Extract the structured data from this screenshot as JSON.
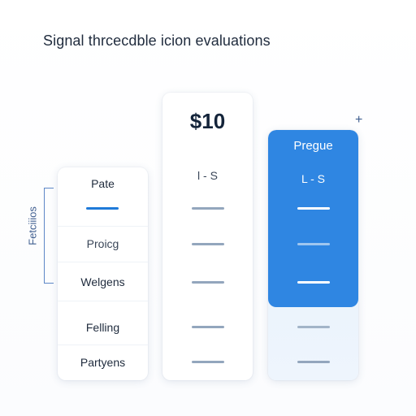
{
  "page": {
    "title": "Signal thrcecdble icion evaluations"
  },
  "sidebar": {
    "vertical_label": "Fetciiios"
  },
  "columns": {
    "features": {
      "header": "Pate",
      "rows": [
        "Proicg",
        "Welgens",
        "Felling",
        "Partyens"
      ]
    },
    "basic": {
      "price": "$10",
      "sub_label": "l - S"
    },
    "premium": {
      "title": "Pregue",
      "sub_label": "L - S"
    }
  },
  "icons": {
    "plus": "+"
  },
  "colors": {
    "accent_blue": "#2f86e2",
    "dash_blue": "#1f7ad9",
    "dash_grey": "#93a6bd",
    "premium_fade": "#e6f0fb",
    "white": "#ffffff"
  }
}
